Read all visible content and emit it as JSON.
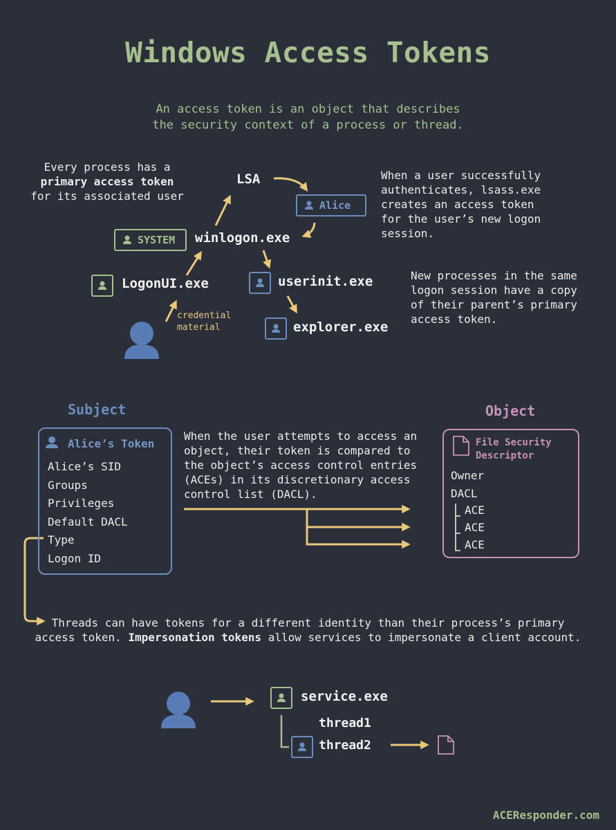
{
  "title": "Windows Access Tokens",
  "intro": {
    "line1": "An access token is an object that describes",
    "line2": "the security context of a process or thread."
  },
  "primary_note": {
    "line1": "Every process has a",
    "line2_bold": "primary access token",
    "line3": "for its associated user"
  },
  "lsa_note": {
    "line1": "When a user successfully",
    "line2": "authenticates, lsass.exe",
    "line3": "creates an access token",
    "line4": "for the user’s new logon",
    "line5": "session."
  },
  "copy_note": {
    "line1": "New processes in the same",
    "line2": "logon session have a copy",
    "line3": "of their parent’s primary",
    "line4": "access token."
  },
  "processes": {
    "lsa": "LSA",
    "alice": "Alice",
    "system": "SYSTEM",
    "winlogon": "winlogon.exe",
    "logonui": "LogonUI.exe",
    "userinit": "userinit.exe",
    "explorer": "explorer.exe"
  },
  "credential": {
    "line1": "credential",
    "line2": "material"
  },
  "subject": {
    "heading": "Subject",
    "token_title": "Alice’s Token",
    "items": [
      "Alice’s SID",
      "Groups",
      "Privileges",
      "Default DACL",
      "Type",
      "Logon ID"
    ]
  },
  "object": {
    "heading": "Object",
    "title_line1": "File Security",
    "title_line2": "Descriptor",
    "owner": "Owner",
    "dacl": "DACL",
    "aces": [
      "ACE",
      "ACE",
      "ACE"
    ]
  },
  "compare_note": {
    "line1": "When the user attempts to access an",
    "line2": "object, their token is compared to",
    "line3": "the object’s access control entries",
    "line4": "(ACEs) in its discretionary access",
    "line5": "control list (DACL)."
  },
  "impersonation_note": {
    "line1": "Threads can have tokens for a different identity than their process’s primary",
    "line2_pre": "access token. ",
    "line2_bold": "Impersonation tokens",
    "line2_post": " allow services to impersonate a client account."
  },
  "service": {
    "name": "service.exe",
    "thread1": "thread1",
    "thread2": "thread2"
  },
  "footer": "ACEResponder.com",
  "colors": {
    "background": "#2b2f39",
    "green": "#a6c08e",
    "blue": "#6b8dbd",
    "pink": "#c792b8",
    "arrow": "#e9c87a",
    "text": "#ececec"
  }
}
